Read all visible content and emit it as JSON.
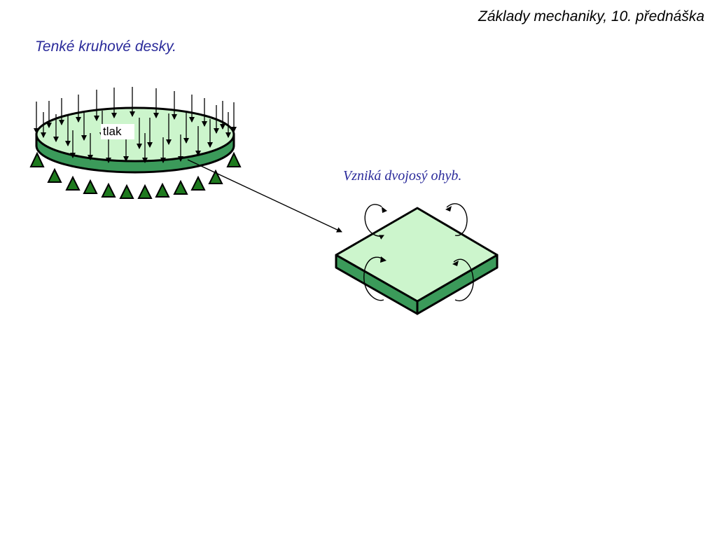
{
  "slide": {
    "header": "Základy mechaniky, 10. přednáška",
    "heading": "Tenké kruhové desky.",
    "caption": "Vzniká dvojosý ohyb.",
    "pressure_label": "tlak"
  },
  "colors": {
    "text": "#000000",
    "accent_blue": "#2a2a9a",
    "plate_fill": "#ccf5cc",
    "plate_edge": "#3b9a5a",
    "support": "#1e7a1e",
    "outline": "#000000"
  },
  "icons": {
    "support": "triangle-support-icon",
    "load_arrow": "down-arrow-icon",
    "bending_moment": "curved-arrow-icon"
  }
}
